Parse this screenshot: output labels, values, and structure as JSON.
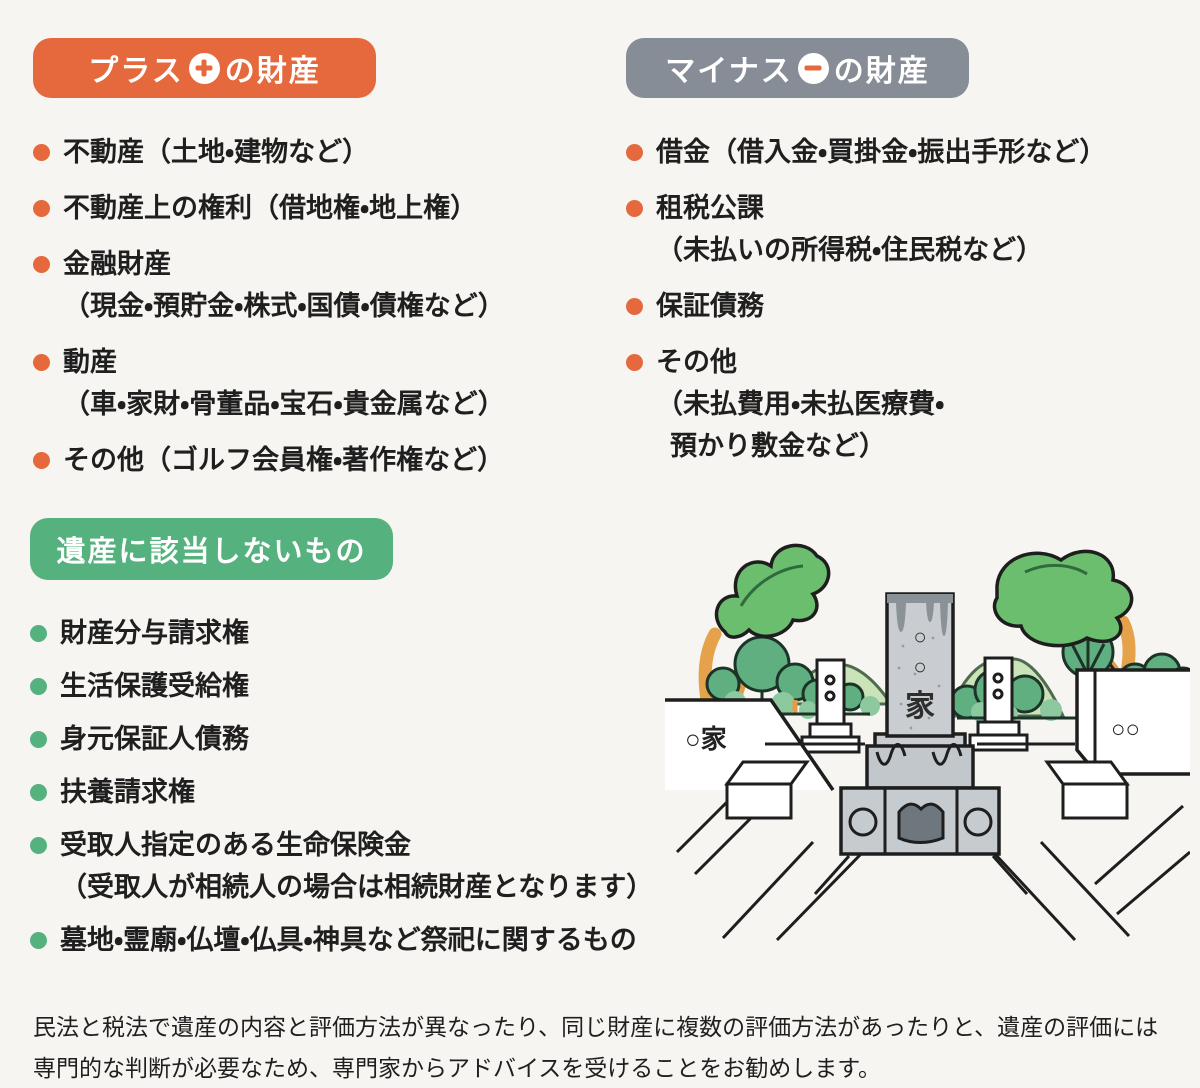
{
  "colors": {
    "accent_orange": "#E5693C",
    "badge_gray": "#868D96",
    "accent_green": "#55B27E",
    "text": "#1F1F1F",
    "bg": "#F7F5F2"
  },
  "plus_section": {
    "badge": {
      "prefix": "プラス",
      "suffix": "の財産",
      "icon": "plus-circle-icon"
    },
    "items": [
      [
        "不動産（土地・建物など）"
      ],
      [
        "不動産上の権利（借地権・地上権）"
      ],
      [
        "金融財産",
        "（現金・預貯金・株式・国債・債権など）"
      ],
      [
        "動産",
        "（車・家財・骨董品・宝石・貴金属など）"
      ],
      [
        "その他（ゴルフ会員権・著作権など）"
      ]
    ]
  },
  "minus_section": {
    "badge": {
      "prefix": "マイナス",
      "suffix": "の財産",
      "icon": "minus-circle-icon"
    },
    "items": [
      [
        "借金（借入金・買掛金・振出手形など）"
      ],
      [
        "租税公課",
        "（未払いの所得税・住民税など）"
      ],
      [
        "保証債務"
      ],
      [
        "その他",
        "（未払費用・未払医療費・",
        "預かり敷金など）"
      ]
    ]
  },
  "excluded_section": {
    "badge": {
      "label": "遺産に該当しないもの"
    },
    "items": [
      [
        "財産分与請求権"
      ],
      [
        "生活保護受給権"
      ],
      [
        "身元保証人債務"
      ],
      [
        "扶養請求権"
      ],
      [
        "受取人指定のある生命保険金",
        "（受取人が相続人の場合は相続財産となります）"
      ],
      [
        "墓地・霊廟・仏壇・仏具・神具など祭祀に関するもの"
      ]
    ]
  },
  "footnote": {
    "line1": "民法と税法で遺産の内容と評価方法が異なったり、同じ財産に複数の評価方法があったりと、遺産の評価には",
    "line2": "専門的な判断が必要なため、専門家からアドバイスを受けることをお勧めします。"
  },
  "illustration": {
    "gravestone_chars": [
      "○",
      "○",
      "家"
    ],
    "left_wall_text": "○家",
    "right_wall_text": "○○"
  }
}
